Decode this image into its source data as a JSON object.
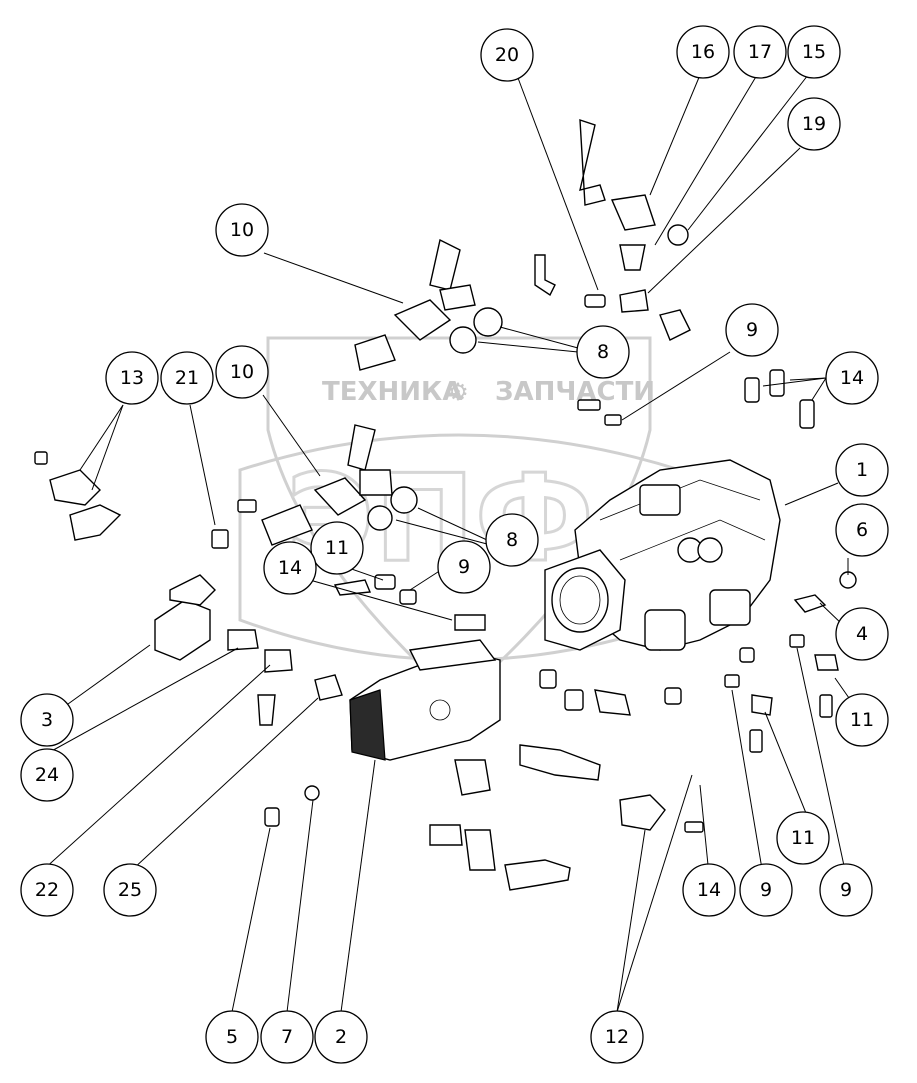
{
  "watermark": {
    "brand_left": "ТЕХНИКА",
    "brand_right": "ЗАПЧАСТИ",
    "logo_letters": "ЭПФ"
  },
  "callouts": [
    {
      "id": "c20",
      "label": "20"
    },
    {
      "id": "c16",
      "label": "16"
    },
    {
      "id": "c17",
      "label": "17"
    },
    {
      "id": "c15",
      "label": "15"
    },
    {
      "id": "c19",
      "label": "19"
    },
    {
      "id": "c10a",
      "label": "10"
    },
    {
      "id": "c8a",
      "label": "8"
    },
    {
      "id": "c9a",
      "label": "9"
    },
    {
      "id": "c13",
      "label": "13"
    },
    {
      "id": "c21",
      "label": "21"
    },
    {
      "id": "c10b",
      "label": "10"
    },
    {
      "id": "c14a",
      "label": "14"
    },
    {
      "id": "c1",
      "label": "1"
    },
    {
      "id": "c8b",
      "label": "8"
    },
    {
      "id": "c11a",
      "label": "11"
    },
    {
      "id": "c9b",
      "label": "9"
    },
    {
      "id": "c6",
      "label": "6"
    },
    {
      "id": "c14b",
      "label": "14"
    },
    {
      "id": "c4",
      "label": "4"
    },
    {
      "id": "c3",
      "label": "3"
    },
    {
      "id": "c11b",
      "label": "11"
    },
    {
      "id": "c24",
      "label": "24"
    },
    {
      "id": "c11c",
      "label": "11"
    },
    {
      "id": "c22",
      "label": "22"
    },
    {
      "id": "c25",
      "label": "25"
    },
    {
      "id": "c14c",
      "label": "14"
    },
    {
      "id": "c9c",
      "label": "9"
    },
    {
      "id": "c9d",
      "label": "9"
    },
    {
      "id": "c5",
      "label": "5"
    },
    {
      "id": "c7",
      "label": "7"
    },
    {
      "id": "c2",
      "label": "2"
    },
    {
      "id": "c12",
      "label": "12"
    }
  ]
}
